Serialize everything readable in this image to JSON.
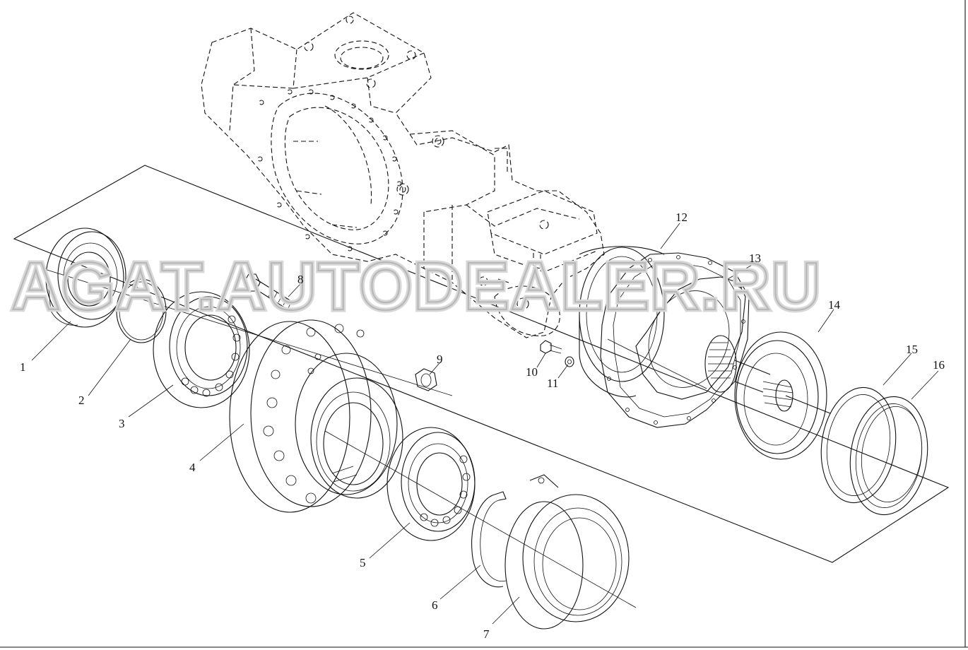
{
  "watermark": "AGAT.AUTODEALER.RU",
  "callouts": {
    "c1": "1",
    "c2": "2",
    "c3": "3",
    "c4": "4",
    "c5": "5",
    "c6": "6",
    "c7": "7",
    "c8": "8",
    "c9": "9",
    "c10": "10",
    "c11": "11",
    "c12": "12",
    "c13": "13",
    "c14": "14",
    "c15": "15",
    "c16": "16"
  },
  "colors": {
    "line": "#111111",
    "watermark": "#b8b8b8",
    "background": "#ffffff"
  }
}
